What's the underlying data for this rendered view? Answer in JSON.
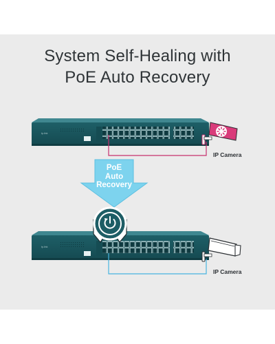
{
  "title": {
    "line1": "System Self-Healing with",
    "line2": "PoE Auto Recovery"
  },
  "arrow": {
    "line1": "PoE",
    "line2": "Auto",
    "line3": "Recovery"
  },
  "cameras": {
    "top_label": "IP Camera",
    "bottom_label": "IP Camera"
  },
  "switch_brand": "tp-link",
  "colors": {
    "background": "#ebebeb",
    "switch_body": "#1d5d65",
    "fault_link": "#c6306e",
    "healthy_link": "#47b4df",
    "arrow": "#7dd3ee",
    "camera_fault": "#d93b7a",
    "camera_ok": "#ffffff"
  },
  "icons": [
    "switch-icon",
    "camera-fault-icon",
    "camera-icon",
    "power-restart-icon",
    "recovery-arrow-icon"
  ]
}
